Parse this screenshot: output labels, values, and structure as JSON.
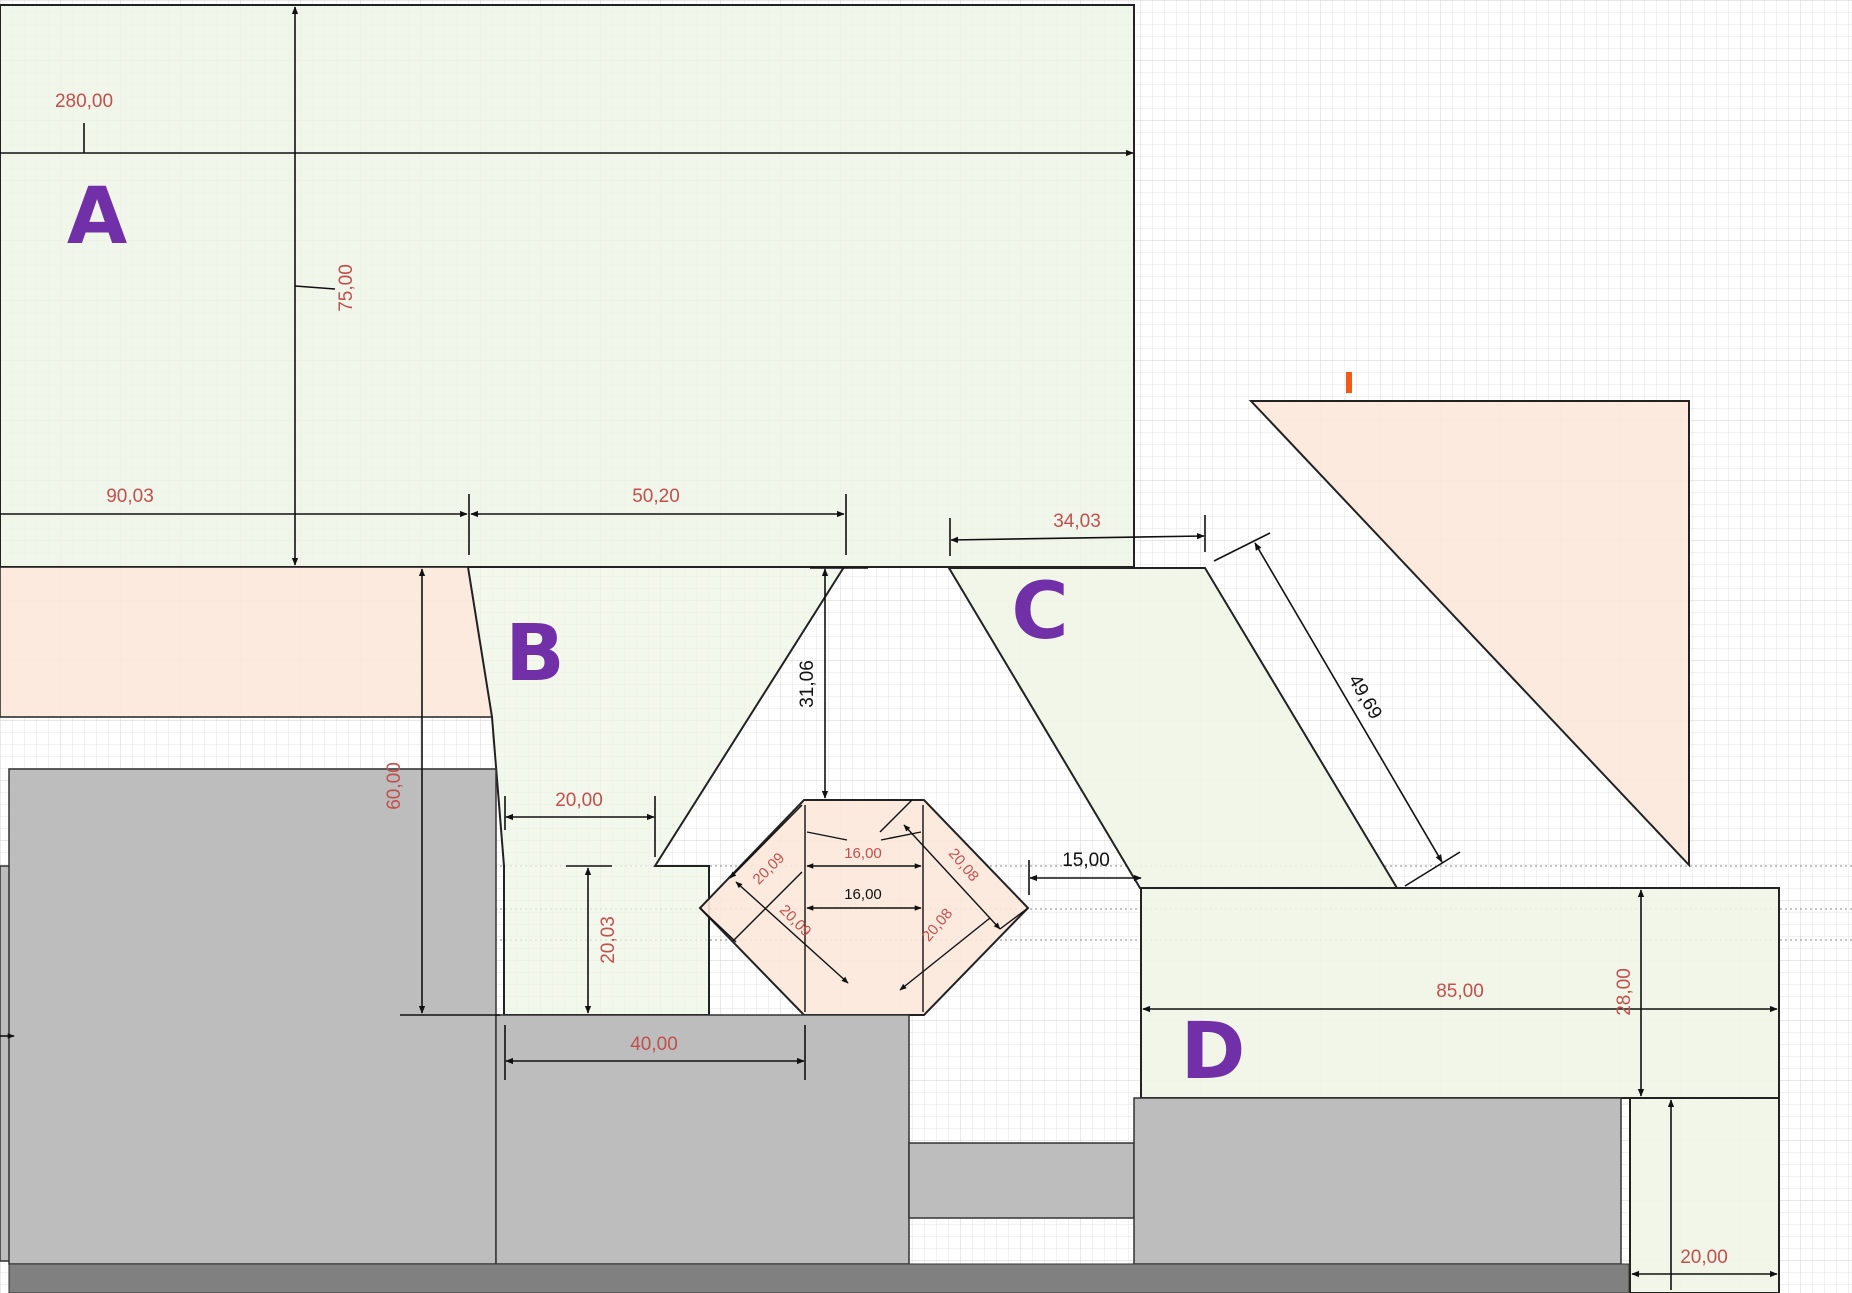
{
  "colors": {
    "green_fill": "#eff5e6",
    "pink_fill": "#fce8dc",
    "gray_fill": "#bdbdbd",
    "dark_gray": "#808080",
    "label_purple": "#7230a8",
    "dim_red": "#c0504d",
    "accent_orange": "#f05a14"
  },
  "labels": {
    "A": "A",
    "B": "B",
    "C": "C",
    "D": "D"
  },
  "dims": {
    "d280": "280,00",
    "d75": "75,00",
    "d9003": "90,03",
    "d5020": "50,20",
    "d3403": "34,03",
    "d4969": "49,69",
    "d3106": "31,06",
    "d6000": "60,00",
    "d2000a": "20,00",
    "d2003": "20,03",
    "d1600a": "16,00",
    "d1600b": "16,00",
    "d2009a": "20,09",
    "d2009b": "20,09",
    "d2008a": "20,08",
    "d2008b": "20,08",
    "d1500": "15,00",
    "d4000": "40,00",
    "d8500": "85,00",
    "d2800": "28,00",
    "d2000b": "20,00"
  }
}
